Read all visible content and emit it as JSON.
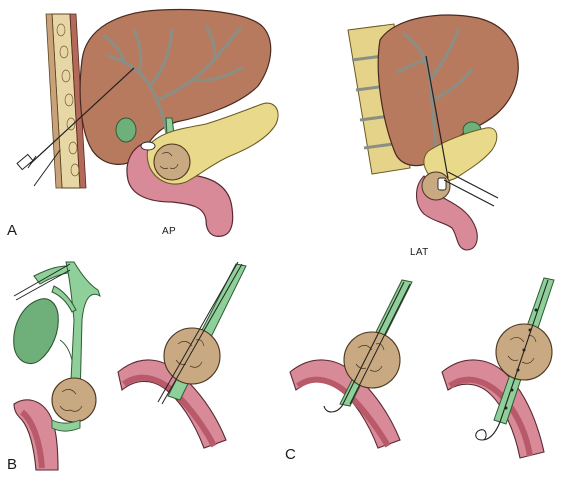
{
  "labels": {
    "panel_a": "A",
    "panel_b": "B",
    "panel_c": "C",
    "view_ap": "AP",
    "view_lat": "LAT"
  },
  "colors": {
    "liver": "#b87a5e",
    "liver_stroke": "#4a2a1e",
    "bile_duct": "#8fcf9a",
    "bile_duct_stroke": "#2f5a34",
    "gallbladder": "#6fb07a",
    "pancreas": "#e9d98a",
    "pancreas_stroke": "#6b5a22",
    "duodenum": "#d98a98",
    "duodenum_stroke": "#5a2a32",
    "duodenum_wall": "#b85a6a",
    "tumor": "#c9a982",
    "tumor_stroke": "#4a3520",
    "spine": "#e6d38a",
    "skin_strip": "#e8d7a6",
    "needle": "#222222"
  }
}
